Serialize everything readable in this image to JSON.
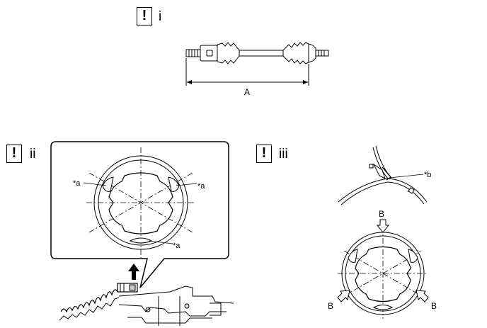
{
  "step_i": {
    "warning_mark": "!",
    "label": "i",
    "dimension_label": "A"
  },
  "step_ii": {
    "warning_mark": "!",
    "label": "ii",
    "callouts": [
      "*a",
      "*a",
      "*a"
    ]
  },
  "step_iii": {
    "warning_mark": "!",
    "label": "iii",
    "callout_b": "*b",
    "arrow_labels": [
      "B",
      "B",
      "B"
    ]
  },
  "icons": {
    "warning": "exclamation-box-icon",
    "up_arrow": "up-arrow-icon",
    "press_arrow": "press-arrow-icon"
  },
  "colors": {
    "line": "#000000",
    "fill": "#ffffff",
    "shade": "#c8c8c8"
  }
}
